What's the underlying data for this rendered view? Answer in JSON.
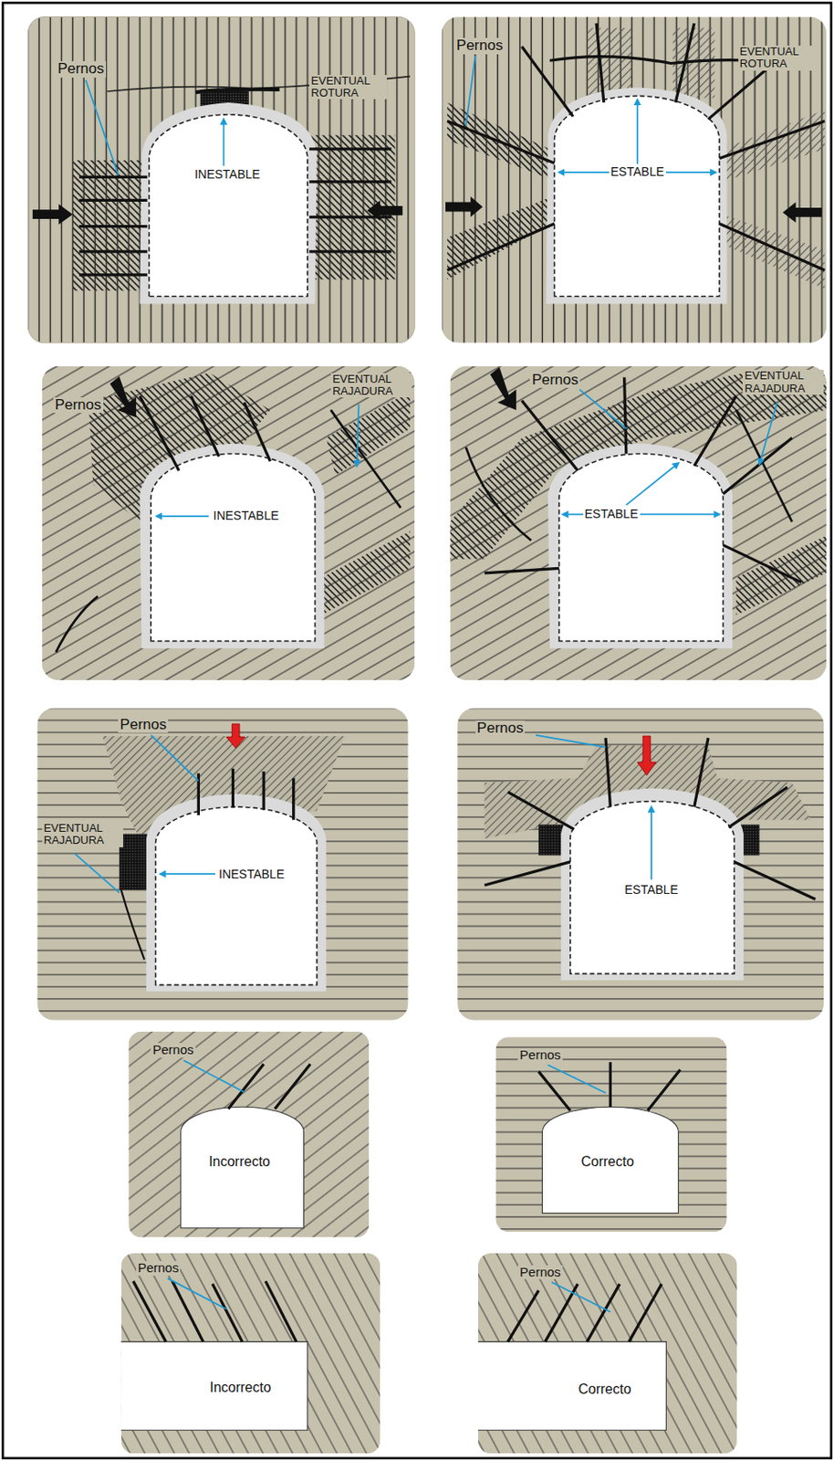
{
  "diagram": {
    "nodes": [
      {
        "text": [
          "Pernos",
          "EVENTUAL ROTURA",
          "INESTABLE"
        ]
      },
      {
        "text": [
          "Pernos",
          "EVENTUAL ROTURA",
          "ESTABLE"
        ]
      },
      {
        "text": [
          "Pernos",
          "EVENTUAL RAJADURA",
          "INESTABLE"
        ]
      },
      {
        "text": [
          "Pernos",
          "EVENTUAL RAJADURA",
          "ESTABLE"
        ]
      },
      {
        "text": [
          "Pernos",
          "EVENTUAL RAJADURA",
          "INESTABLE"
        ]
      },
      {
        "text": [
          "Pernos",
          "ESTABLE"
        ]
      },
      {
        "text": [
          "Pernos",
          "Incorrecto"
        ]
      },
      {
        "text": [
          "Pernos",
          "Correcto"
        ]
      },
      {
        "text": [
          "Pernos",
          "Incorrecto"
        ]
      },
      {
        "text": [
          "Pernos",
          "Correcto"
        ]
      }
    ]
  }
}
